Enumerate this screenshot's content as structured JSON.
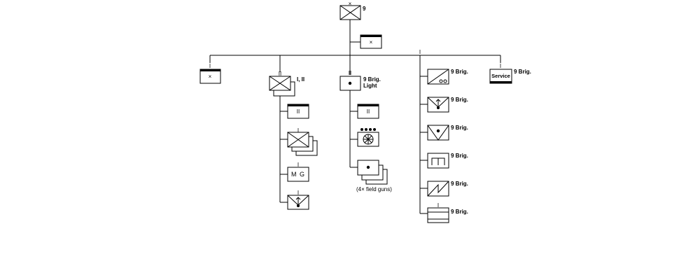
{
  "diagram": {
    "hq": {
      "size_mark": "×",
      "label": "9",
      "symbol": "infantry-command",
      "staff_symbol": "headquarters-staff"
    },
    "left_unit": {
      "size_mark": "I",
      "symbol": "headquarters-company"
    },
    "infantry_column": {
      "size_mark": "II",
      "label": "I, II",
      "symbol": "infantry-battalions",
      "children": [
        {
          "symbol": "battalion-headquarters",
          "text": "II"
        },
        {
          "symbol": "infantry-companies"
        },
        {
          "symbol": "machine-gun-company",
          "text": "M G"
        },
        {
          "symbol": "anti-tank-infantry"
        }
      ]
    },
    "artillery_column": {
      "size_mark": "II",
      "label_line1": "9 Brig.",
      "label_line2": "Light",
      "symbol": "light-artillery-battalion",
      "children": [
        {
          "symbol": "battalion-headquarters",
          "text": "II"
        },
        {
          "symbol": "observation-battery"
        },
        {
          "symbol": "field-gun-batteries",
          "note": "(4× field guns)"
        }
      ]
    },
    "support_column": {
      "size_mark": "I",
      "children": [
        {
          "symbol": "armored-car",
          "label": "9 Brig."
        },
        {
          "symbol": "anti-tank",
          "label": "9 Brig."
        },
        {
          "symbol": "anti-aircraft",
          "label": "9 Brig."
        },
        {
          "symbol": "engineer",
          "label": "9 Brig."
        },
        {
          "symbol": "signals",
          "label": "9 Brig."
        },
        {
          "symbol": "medical",
          "label": "9 Brig."
        }
      ]
    },
    "service": {
      "size_mark": "I",
      "text": "Service",
      "label": "9 Brig.",
      "symbol": "service-unit"
    }
  }
}
